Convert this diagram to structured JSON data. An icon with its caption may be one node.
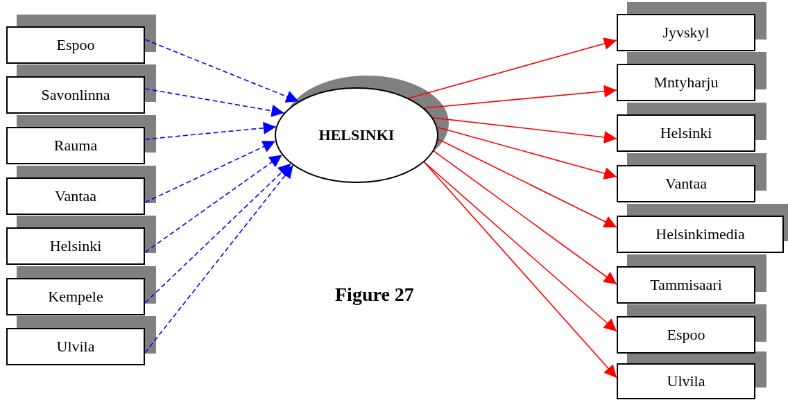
{
  "diagram": {
    "caption": "Figure 27",
    "nodes": [
      {
        "text": [
          "Espoo"
        ]
      },
      {
        "text": [
          "Savonlinna"
        ]
      },
      {
        "text": [
          "Rauma"
        ]
      },
      {
        "text": [
          "Vantaa"
        ]
      },
      {
        "text": [
          "Helsinki"
        ]
      },
      {
        "text": [
          "Kempele"
        ]
      },
      {
        "text": [
          "Ulvila"
        ]
      },
      {
        "text": [
          "HELSINKI"
        ]
      },
      {
        "text": [
          "Jyvskyl"
        ]
      },
      {
        "text": [
          "Mntyharju"
        ]
      },
      {
        "text": [
          "Helsinki"
        ]
      },
      {
        "text": [
          "Vantaa"
        ]
      },
      {
        "text": [
          "Helsinkimedia"
        ]
      },
      {
        "text": [
          "Tammisaari"
        ]
      },
      {
        "text": [
          "Espoo"
        ]
      },
      {
        "text": [
          "Ulvila"
        ]
      }
    ],
    "edges": [
      {
        "from": 0,
        "to": 7,
        "arrow": "to",
        "style": "dashed",
        "color": "#0000ff"
      },
      {
        "from": 1,
        "to": 7,
        "arrow": "to",
        "style": "dashed",
        "color": "#0000ff"
      },
      {
        "from": 2,
        "to": 7,
        "arrow": "to",
        "style": "dashed",
        "color": "#0000ff"
      },
      {
        "from": 3,
        "to": 7,
        "arrow": "to",
        "style": "dashed",
        "color": "#0000ff"
      },
      {
        "from": 4,
        "to": 7,
        "arrow": "to",
        "style": "dashed",
        "color": "#0000ff"
      },
      {
        "from": 5,
        "to": 7,
        "arrow": "to",
        "style": "dashed",
        "color": "#0000ff"
      },
      {
        "from": 6,
        "to": 7,
        "arrow": "to",
        "style": "dashed",
        "color": "#0000ff"
      },
      {
        "from": 7,
        "to": 8,
        "arrow": "to",
        "color": "#ff0000"
      },
      {
        "from": 7,
        "to": 9,
        "arrow": "to",
        "color": "#ff0000"
      },
      {
        "from": 7,
        "to": 10,
        "arrow": "to",
        "color": "#ff0000"
      },
      {
        "from": 7,
        "to": 11,
        "arrow": "to",
        "color": "#ff0000"
      },
      {
        "from": 7,
        "to": 12,
        "arrow": "to",
        "color": "#ff0000"
      },
      {
        "from": 7,
        "to": 13,
        "arrow": "to",
        "color": "#ff0000"
      },
      {
        "from": 7,
        "to": 14,
        "arrow": "to",
        "color": "#ff0000"
      },
      {
        "from": 7,
        "to": 15,
        "arrow": "to",
        "color": "#ff0000"
      }
    ]
  }
}
